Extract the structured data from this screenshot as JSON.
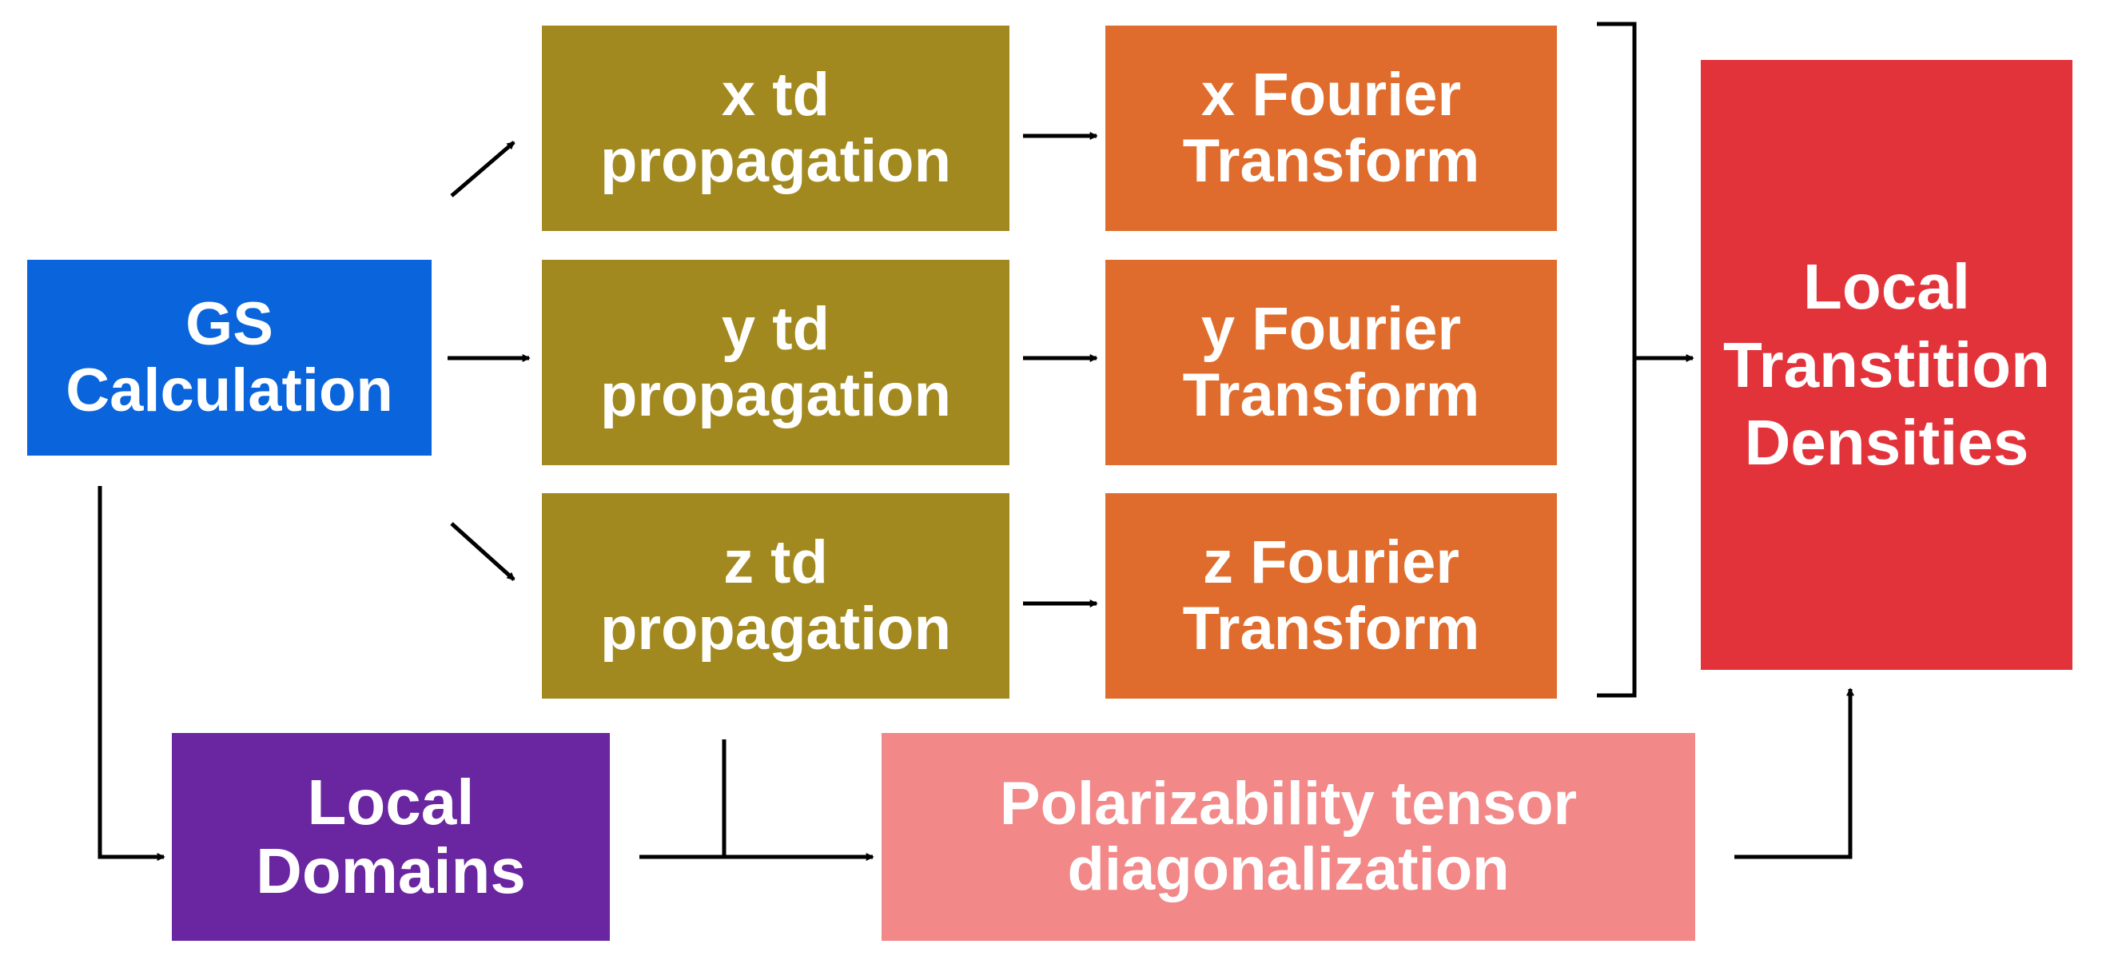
{
  "boxes": {
    "gs": {
      "line1": "GS",
      "line2": "Calculation"
    },
    "x_prop": {
      "line1": "x td",
      "line2": "propagation"
    },
    "y_prop": {
      "line1": "y td",
      "line2": "propagation"
    },
    "z_prop": {
      "line1": "z td",
      "line2": "propagation"
    },
    "x_ft": {
      "line1": "x Fourier",
      "line2": "Transform"
    },
    "y_ft": {
      "line1": "y Fourier",
      "line2": "Transform"
    },
    "z_ft": {
      "line1": "z Fourier",
      "line2": "Transform"
    },
    "ltd": {
      "line1": "Local",
      "line2": "Transtition",
      "line3": "Densities"
    },
    "ld": {
      "line1": "Local",
      "line2": "Domains"
    },
    "pol": {
      "line1": "Polarizability tensor",
      "line2": "diagonalization"
    }
  },
  "colors": {
    "gs": "#0a64dc",
    "propagation": "#a2891f",
    "fourier": "#df6c2c",
    "ltd": "#e2333a",
    "domains": "#6a26a0",
    "polarizability": "#f28888",
    "arrows": "#000000"
  }
}
